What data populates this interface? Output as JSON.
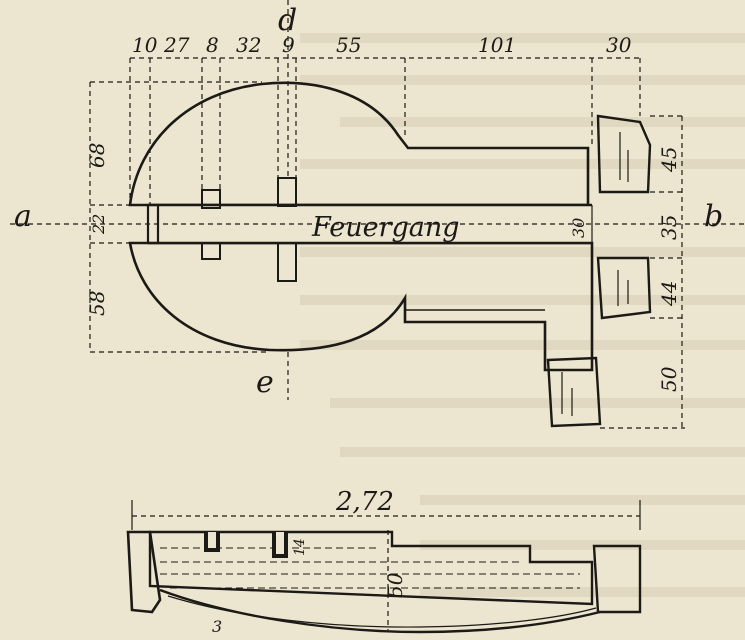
{
  "plan": {
    "title": "Feuergang",
    "section_labels": {
      "a": "a",
      "b": "b",
      "d": "d",
      "e": "e"
    },
    "top_dims": [
      "10",
      "27",
      "8",
      "32",
      "9",
      "55",
      "101",
      "30"
    ],
    "left_dims": [
      "68",
      "22",
      "58"
    ],
    "right_dims": [
      "45",
      "35",
      "44",
      "50"
    ],
    "inner_dim": "30"
  },
  "section": {
    "length": "2,72",
    "depth": "50",
    "small_marks": [
      "14",
      "3"
    ]
  },
  "colors": {
    "paper": "#ece5cf",
    "ink": "#1c1a16",
    "background_text": "#d8cfb5"
  }
}
